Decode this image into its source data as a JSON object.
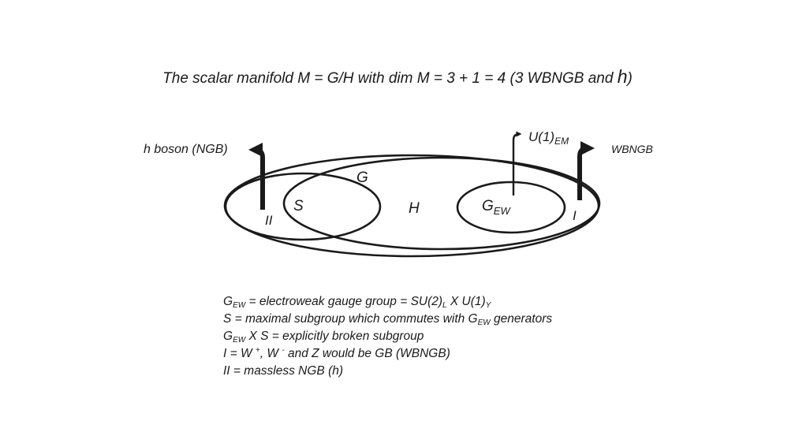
{
  "title": {
    "prefix": "The scalar manifold M = G/H with dim M  = 3 + 1 = 4 (3 WBNGB and ",
    "h": "h",
    "suffix": ")"
  },
  "diagram": {
    "labels": {
      "G": "G",
      "H": "H",
      "S": "S",
      "G_ew_main": "G",
      "G_ew_sub": "EW",
      "I": "I",
      "II": "II",
      "h_boson": "h boson (NGB)",
      "u1_main": "U(1)",
      "u1_sub": "EM",
      "wbngb": "WBNGB"
    }
  },
  "legend": {
    "line1": {
      "g": "G",
      "ew": "EW",
      "text": " = electroweak gauge group =  SU(2)",
      "L": "L",
      "x": " X U(1)",
      "Y": "Y"
    },
    "line2": {
      "text": "S = maximal subgroup which commutes with  G",
      "ew": "EW",
      "tail": " generators"
    },
    "line3": {
      "g": "G",
      "ew": "EW",
      "text": " X S = explicitly broken subgroup"
    },
    "line4": {
      "a": "I  =  W ",
      "plus": "+",
      "b": ", W ",
      "minus": "-",
      "c": " and Z would be GB (WBNGB)"
    },
    "line5": {
      "text": "II = massless NGB (h)"
    }
  }
}
